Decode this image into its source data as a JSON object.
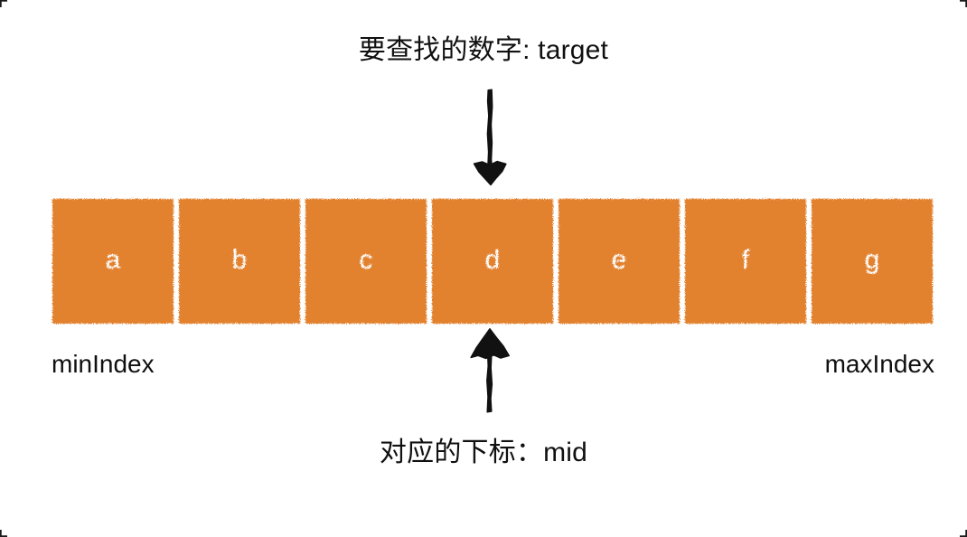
{
  "diagram": {
    "title_top": "要查找的数字: target",
    "title_bottom": "对应的下标：mid",
    "left_boundary_label": "minIndex",
    "right_boundary_label": "maxIndex",
    "box_fill_color": "#e2812e",
    "box_text_color": "#ffffff",
    "text_color": "#101010",
    "background_color": "#ffffff",
    "arrow_color": "#111111",
    "cells": [
      {
        "label": "a"
      },
      {
        "label": "b"
      },
      {
        "label": "c"
      },
      {
        "label": "d"
      },
      {
        "label": "e"
      },
      {
        "label": "f"
      },
      {
        "label": "g"
      }
    ],
    "pointers": [
      {
        "name": "target-pointer",
        "direction": "down",
        "points_to_cell": "d"
      },
      {
        "name": "mid-pointer",
        "direction": "up",
        "points_to_cell": "d"
      }
    ]
  }
}
